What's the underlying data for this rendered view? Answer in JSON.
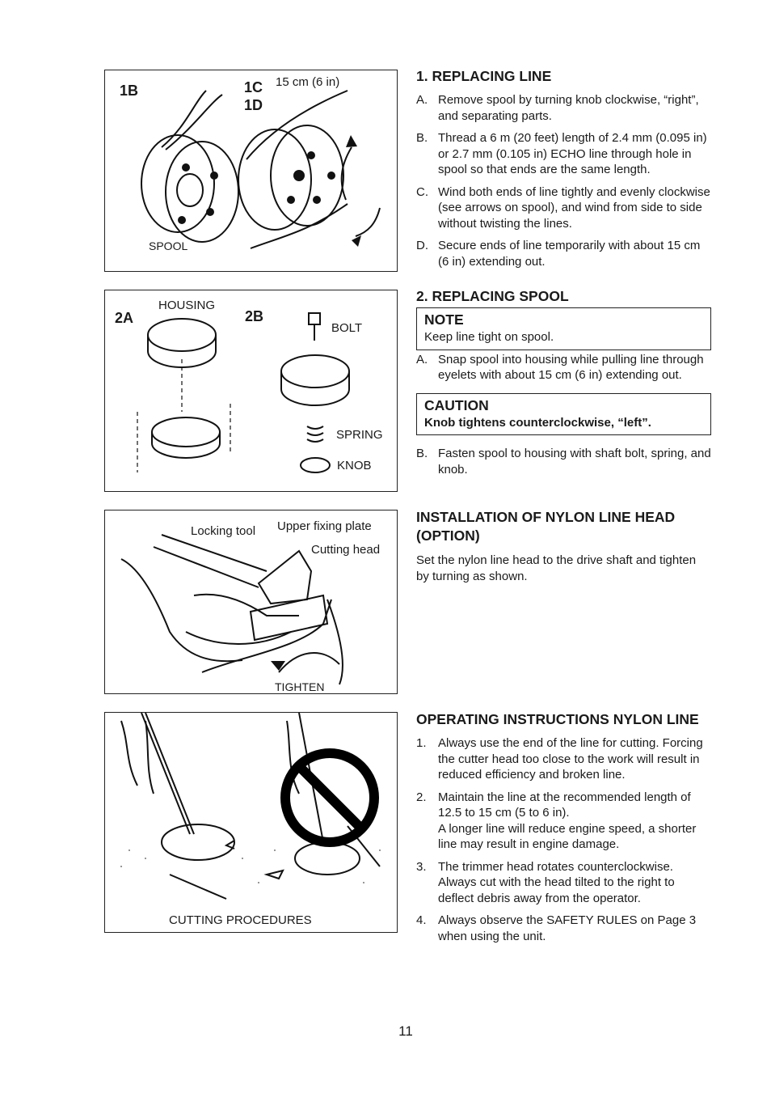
{
  "figures": {
    "fig1": {
      "label_1b": "1B",
      "label_1c": "1C",
      "label_1d": "1D",
      "measure": "15 cm (6 in)",
      "spool": "SPOOL"
    },
    "fig2": {
      "label_2a": "2A",
      "label_2b": "2B",
      "housing": "HOUSING",
      "bolt": "BOLT",
      "spring": "SPRING",
      "knob": "KNOB"
    },
    "fig3": {
      "locking_tool": "Locking tool",
      "upper_plate": "Upper fixing plate",
      "cutting_head": "Cutting head",
      "tighten": "TIGHTEN"
    },
    "fig4": {
      "caption": "CUTTING PROCEDURES"
    }
  },
  "section1": {
    "title": "1.  REPLACING LINE",
    "items": [
      {
        "marker": "A.",
        "text": "Remove spool by turning knob clockwise, “right”, and separating parts."
      },
      {
        "marker": "B.",
        "text": "Thread a 6 m (20 feet) length of 2.4 mm (0.095 in) or 2.7 mm (0.105 in) ECHO line through hole in spool so that ends are the same length."
      },
      {
        "marker": "C.",
        "text": "Wind both ends of line tightly and evenly clockwise (see arrows on spool), and wind from side to side without twisting the lines."
      },
      {
        "marker": "D.",
        "text": "Secure ends of line temporarily with about 15 cm (6 in) extending out."
      }
    ]
  },
  "section2": {
    "title": "2.  REPLACING SPOOL",
    "note_title": "NOTE",
    "note_text": "Keep line tight on spool.",
    "item_a_marker": "A.",
    "item_a_text": "Snap spool into housing while pulling line through eyelets with about 15 cm (6 in) extending out.",
    "caution_title": "CAUTION",
    "caution_text": "Knob tightens counterclockwise, “left”.",
    "item_b_marker": "B.",
    "item_b_text": "Fasten spool to housing with shaft bolt, spring, and knob."
  },
  "section3": {
    "title": "INSTALLATION OF NYLON LINE HEAD (OPTION)",
    "text": "Set the nylon line head to the drive shaft and tighten by turning as shown."
  },
  "section4": {
    "title": "OPERATING INSTRUCTIONS  NYLON LINE",
    "items": [
      {
        "marker": "1.",
        "text": "Always use the end of the line for cutting. Forcing the cutter head too close to the work will result in reduced efficiency and broken line."
      },
      {
        "marker": "2.",
        "text": "Maintain the line at the recommended length of 12.5 to 15 cm (5 to 6 in).",
        "text2": "A longer line will reduce engine speed, a shorter line may result in engine damage."
      },
      {
        "marker": "3.",
        "text": "The trimmer head rotates counterclockwise. Always cut with the head tilted to the right to deflect  debris away from the operator."
      },
      {
        "marker": "4.",
        "text": "Always observe the SAFETY RULES on Page 3 when using the unit."
      }
    ]
  },
  "page_number": "11"
}
